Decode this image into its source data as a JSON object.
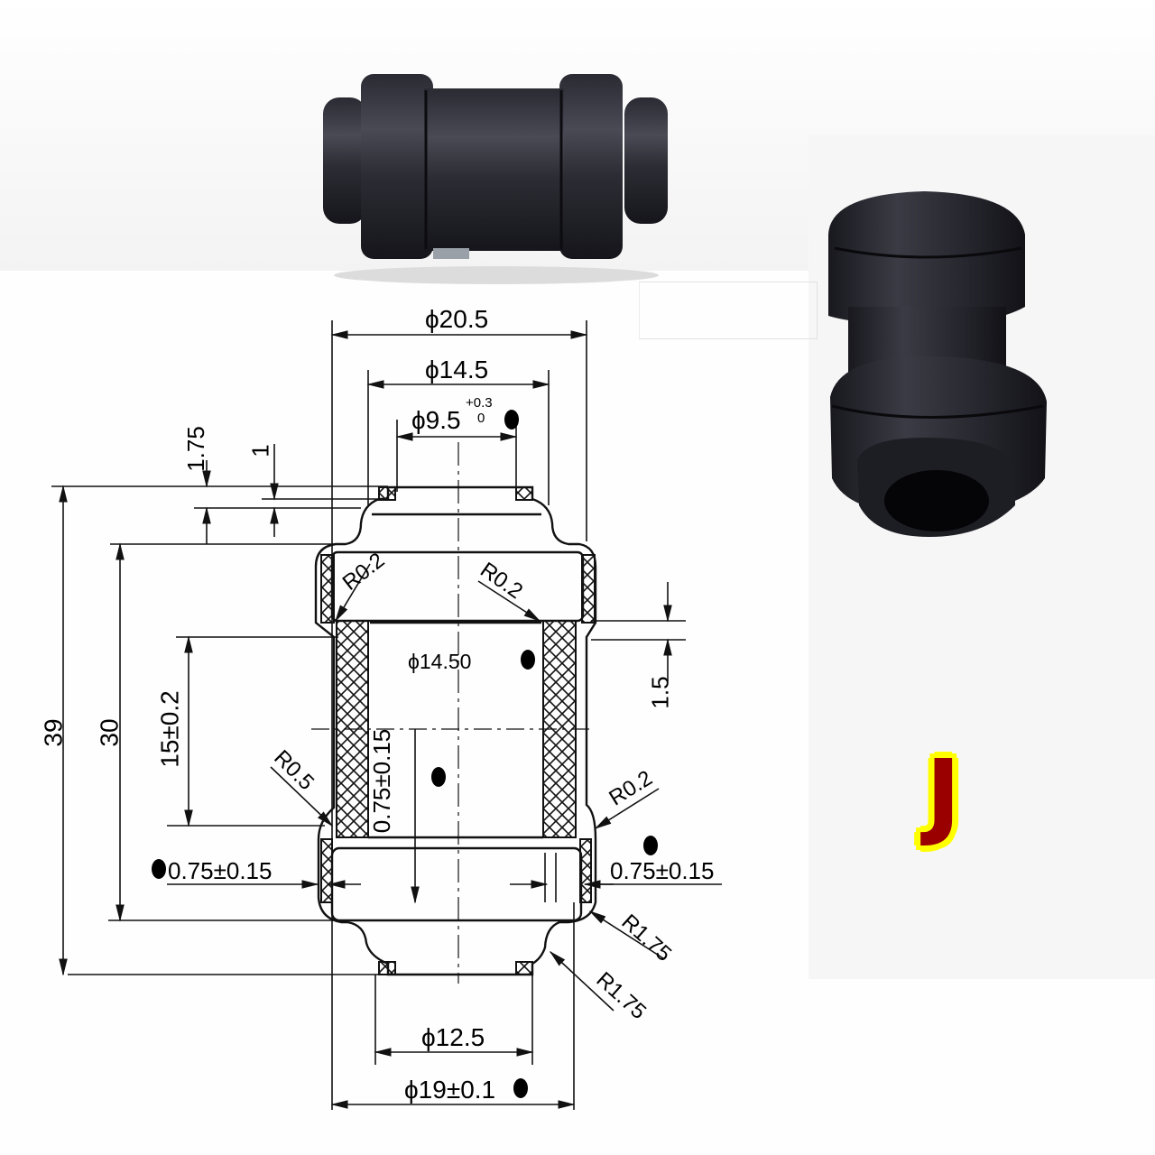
{
  "figure": {
    "label": "J",
    "label_colors": {
      "fill": "#9b0000",
      "outline": "#ffff00"
    }
  },
  "photos": {
    "top": {
      "description": "black rubber bushing, side view"
    },
    "right": {
      "description": "black rubber bushing, angled view showing bore"
    }
  },
  "drawing": {
    "diameters": {
      "outer_top": "ϕ20.5",
      "flange_top": "ϕ14.5",
      "bore_top": "ϕ9.5",
      "bore_top_tol_upper": "+0.3",
      "bore_top_tol_lower": "0",
      "inner_sleeve": "ϕ14.50",
      "bottom_bore": "ϕ12.5",
      "outer_bottom": "ϕ19±0.1"
    },
    "heights": {
      "overall": "39",
      "body": "30",
      "inner": "15±0.2",
      "top_lip_a": "1.75",
      "top_lip_b": "1",
      "right_step": "1.5"
    },
    "thickness": {
      "left": "0.75±0.15",
      "right": "0.75±0.15",
      "center_vertical": "0.75±0.15"
    },
    "radii": {
      "top_left": "R0.2",
      "top_right": "R0.2",
      "mid_left": "R0.5",
      "mid_right": "R0.2",
      "bottom_1": "R1.75",
      "bottom_2": "R1.75"
    }
  }
}
